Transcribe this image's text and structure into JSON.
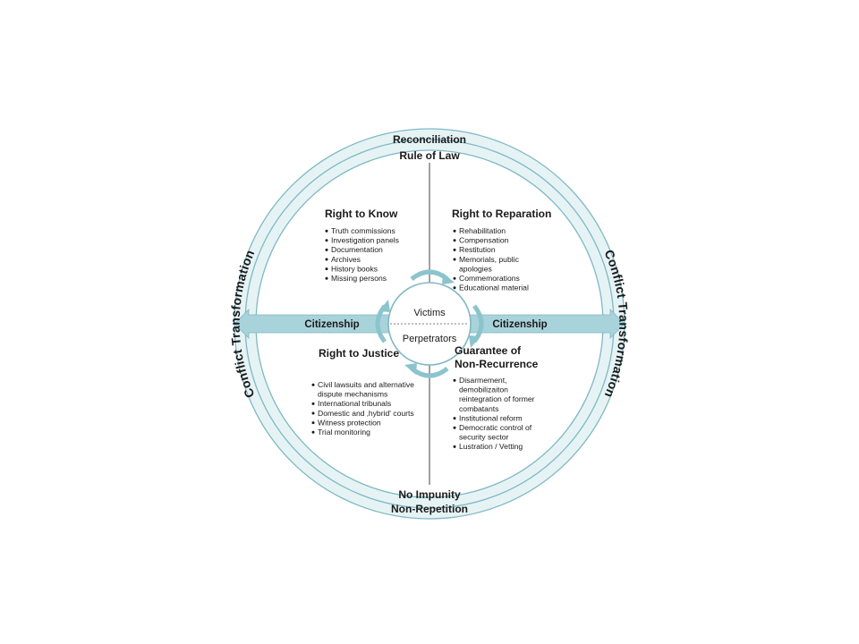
{
  "colors": {
    "ring_fill": "#e6f3f5",
    "ring_stroke": "#7fb8c4",
    "arrow_fill": "#a9d3da",
    "arrow_dark": "#8cc4cd",
    "line": "#444444"
  },
  "outer_ring": {
    "top": "Reconciliation",
    "bottom": "Non-Repetition",
    "left": "Conflict Transformation",
    "right": "Conflict Transformation"
  },
  "inner_ring": {
    "top": "Rule of Law",
    "bottom": "No Impunity"
  },
  "citizenship": {
    "left": "Citizenship",
    "right": "Citizenship"
  },
  "center": {
    "top": "Victims",
    "bottom": "Perpetrators"
  },
  "quadrants": {
    "know": {
      "title": "Right to Know",
      "items": [
        "Truth commissions",
        "Investigation panels",
        "Documentation",
        "Archives",
        "History books",
        "Missing persons"
      ]
    },
    "reparation": {
      "title": "Right to Reparation",
      "items": [
        "Rehabilitation",
        "Compensation",
        "Restitution",
        "Memorials, public",
        "apologies",
        "Commemorations",
        "Educational material"
      ],
      "bullets": [
        true,
        true,
        true,
        true,
        false,
        true,
        true
      ]
    },
    "justice": {
      "title": "Right to Justice",
      "items": [
        "Civil lawsuits and alternative",
        "dispute mechanisms",
        "International tribunals",
        "Domestic and ‚hybrid' courts",
        "Witness protection",
        "Trial monitoring"
      ],
      "bullets": [
        true,
        false,
        true,
        true,
        true,
        true
      ]
    },
    "guarantee": {
      "title_line1": "Guarantee of",
      "title_line2": "Non-Recurrence",
      "items": [
        "Disarmement,",
        "demobilizaiton",
        "reintegration of former",
        "combatants",
        "Institutional reform",
        "Democratic control of",
        "security sector",
        "Lustration / Vetting"
      ],
      "bullets": [
        true,
        false,
        false,
        false,
        true,
        true,
        false,
        true
      ]
    }
  }
}
